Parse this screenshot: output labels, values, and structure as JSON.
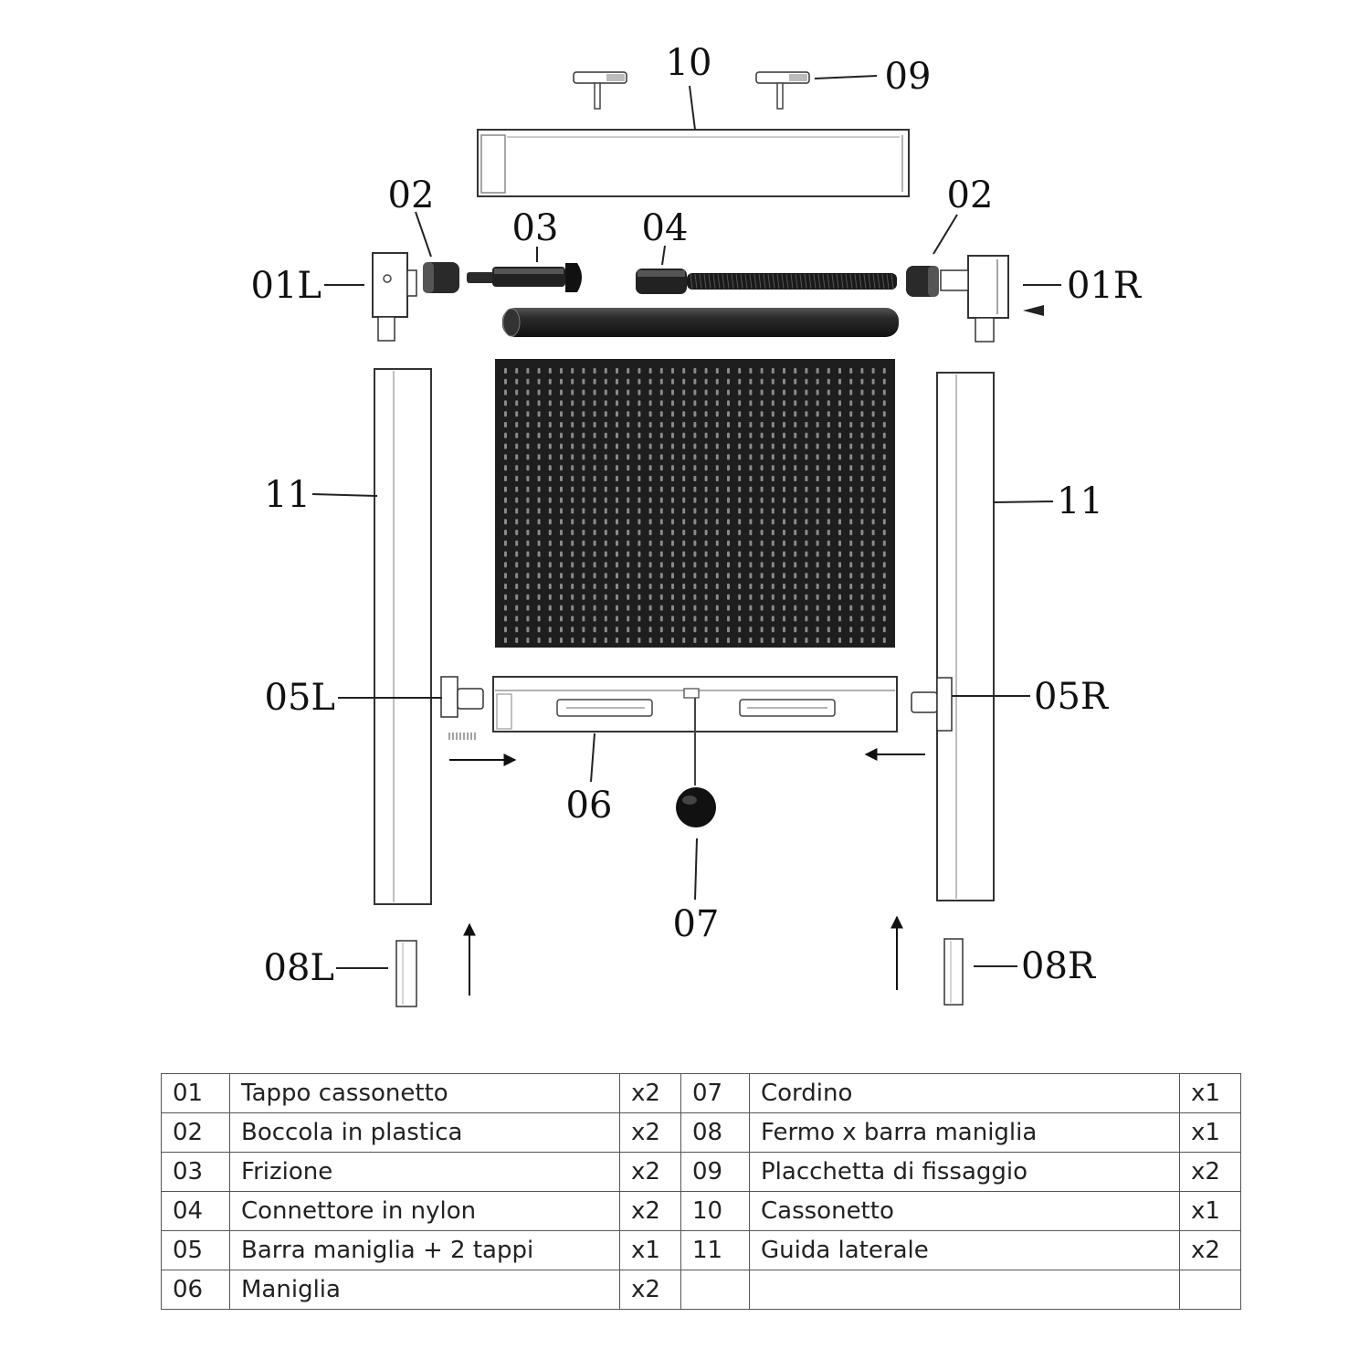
{
  "callouts": {
    "c10": "10",
    "c09": "09",
    "c02_left": "02",
    "c02_right": "02",
    "c03": "03",
    "c04": "04",
    "c01L": "01L",
    "c01R": "01R",
    "c11_left": "11",
    "c11_right": "11",
    "c05L": "05L",
    "c05R": "05R",
    "c06": "06",
    "c07": "07",
    "c08L": "08L",
    "c08R": "08R"
  },
  "parts_table": {
    "rows": [
      {
        "left": {
          "code": "01",
          "name": "Tappo cassonetto",
          "qty": "x2"
        },
        "right": {
          "code": "07",
          "name": "Cordino",
          "qty": "x1"
        }
      },
      {
        "left": {
          "code": "02",
          "name": "Boccola in plastica",
          "qty": "x2"
        },
        "right": {
          "code": "08",
          "name": "Fermo x barra maniglia",
          "qty": "x1"
        }
      },
      {
        "left": {
          "code": "03",
          "name": "Frizione",
          "qty": "x2"
        },
        "right": {
          "code": "09",
          "name": "Placchetta di fissaggio",
          "qty": "x2"
        }
      },
      {
        "left": {
          "code": "04",
          "name": "Connettore in nylon",
          "qty": "x2"
        },
        "right": {
          "code": "10",
          "name": "Cassonetto",
          "qty": "x1"
        }
      },
      {
        "left": {
          "code": "05",
          "name": "Barra maniglia + 2 tappi",
          "qty": "x1"
        },
        "right": {
          "code": "11",
          "name": "Guida laterale",
          "qty": "x2"
        }
      },
      {
        "left": {
          "code": "06",
          "name": "Maniglia",
          "qty": "x2"
        },
        "right": {
          "code": "",
          "name": "",
          "qty": ""
        }
      }
    ]
  },
  "colors": {
    "line": "#222222",
    "part_fill": "#ffffff",
    "dark_part": "#222222",
    "screen": "#1e1e1e",
    "screen_hole": "#8a8a8a"
  }
}
